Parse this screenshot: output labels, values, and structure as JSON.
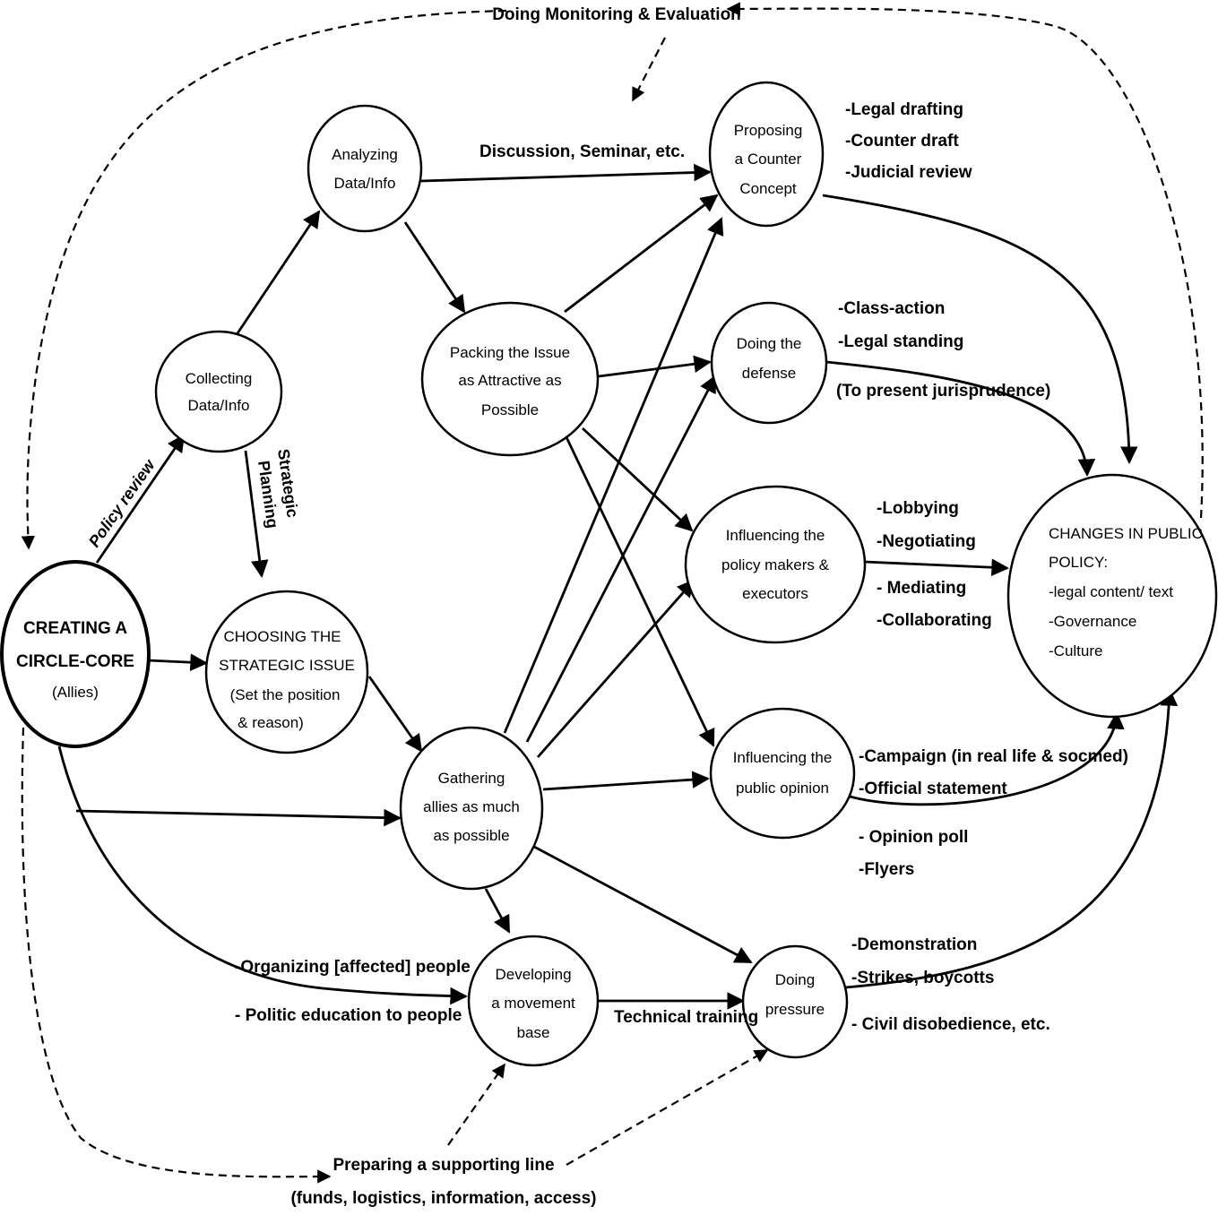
{
  "nodes": {
    "circle_core": [
      "CREATING A",
      "CIRCLE-CORE",
      "(Allies)"
    ],
    "collecting": [
      "Collecting",
      "Data/Info"
    ],
    "analyzing": [
      "Analyzing",
      "Data/Info"
    ],
    "choosing": [
      "CHOOSING THE",
      "STRATEGIC ISSUE",
      "(Set the position",
      "& reason)"
    ],
    "packing": [
      "Packing the Issue",
      "as Attractive as",
      "Possible"
    ],
    "gathering": [
      "Gathering",
      "allies as much",
      "as possible"
    ],
    "developing": [
      "Developing",
      "a movement",
      "base"
    ],
    "proposing": [
      "Proposing",
      "a Counter",
      "Concept"
    ],
    "defense": [
      "Doing the",
      "defense"
    ],
    "influencing_policy": [
      "Influencing the",
      "policy makers &",
      "executors"
    ],
    "influencing_public": [
      "Influencing the",
      "public opinion"
    ],
    "pressure": [
      "Doing",
      "pressure"
    ],
    "changes": [
      "CHANGES IN PUBLIC",
      "POLICY:",
      "-legal content/ text",
      "-Governance",
      "-Culture"
    ]
  },
  "labels": {
    "monitoring": "Doing Monitoring & Evaluation",
    "policy_review": "Policy review",
    "strategic_planning": [
      "Strategic",
      "Planning"
    ],
    "discussion": "Discussion, Seminar, etc.",
    "proposing_list": [
      "-Legal drafting",
      "-Counter draft",
      "-Judicial review"
    ],
    "defense_list": [
      "-Class-action",
      "-Legal standing",
      "(To present jurisprudence)"
    ],
    "influencing_list": [
      "-Lobbying",
      "-Negotiating",
      "- Mediating",
      "-Collaborating"
    ],
    "public_list": [
      "-Campaign (in real life & socmed)",
      "-Official statement",
      "- Opinion poll",
      "-Flyers"
    ],
    "pressure_list": [
      "-Demonstration",
      "-Strikes, boycotts",
      "- Civil disobedience, etc."
    ],
    "organizing": [
      "-Organizing [affected] people",
      "- Politic education to people"
    ],
    "technical_training": "Technical training",
    "supporting_line": [
      "Preparing a supporting line",
      "(funds, logistics, information, access)"
    ]
  }
}
